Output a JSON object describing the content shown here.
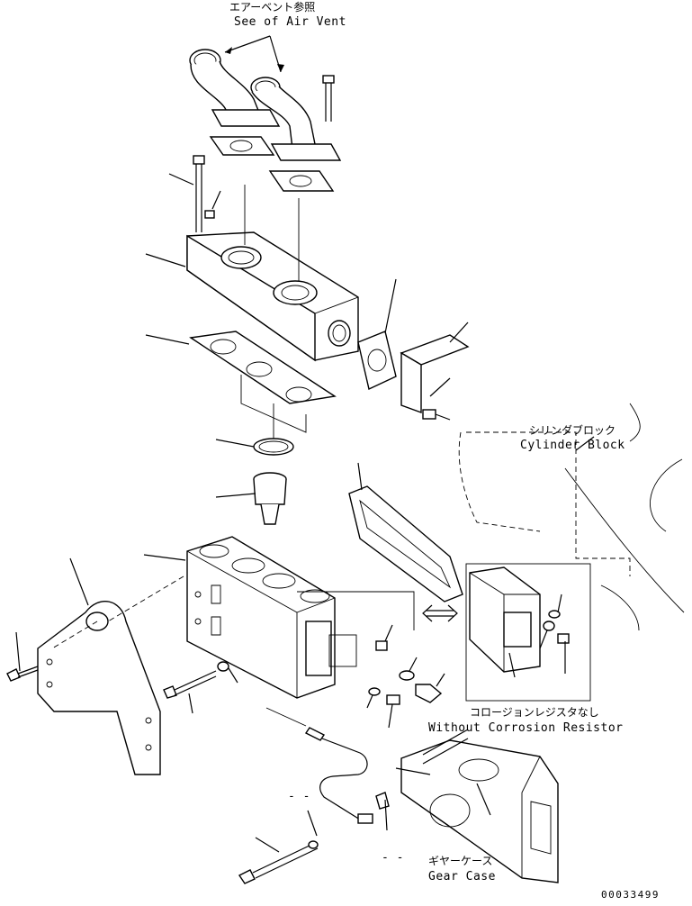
{
  "labels": {
    "air_vent_jp": "エアーベント参照",
    "air_vent_en": "See of Air Vent",
    "cylinder_block_jp": "シリンダブロック",
    "cylinder_block_en": "Cylinder Block",
    "corrosion_jp": "コロージョンレジスタなし",
    "corrosion_en": "Without Corrosion Resistor",
    "gear_case_jp": "ギヤーケース",
    "gear_case_en": "Gear Case",
    "dash_left": "- -",
    "dash_bottom": "- -",
    "drawing_number": "00033499"
  }
}
